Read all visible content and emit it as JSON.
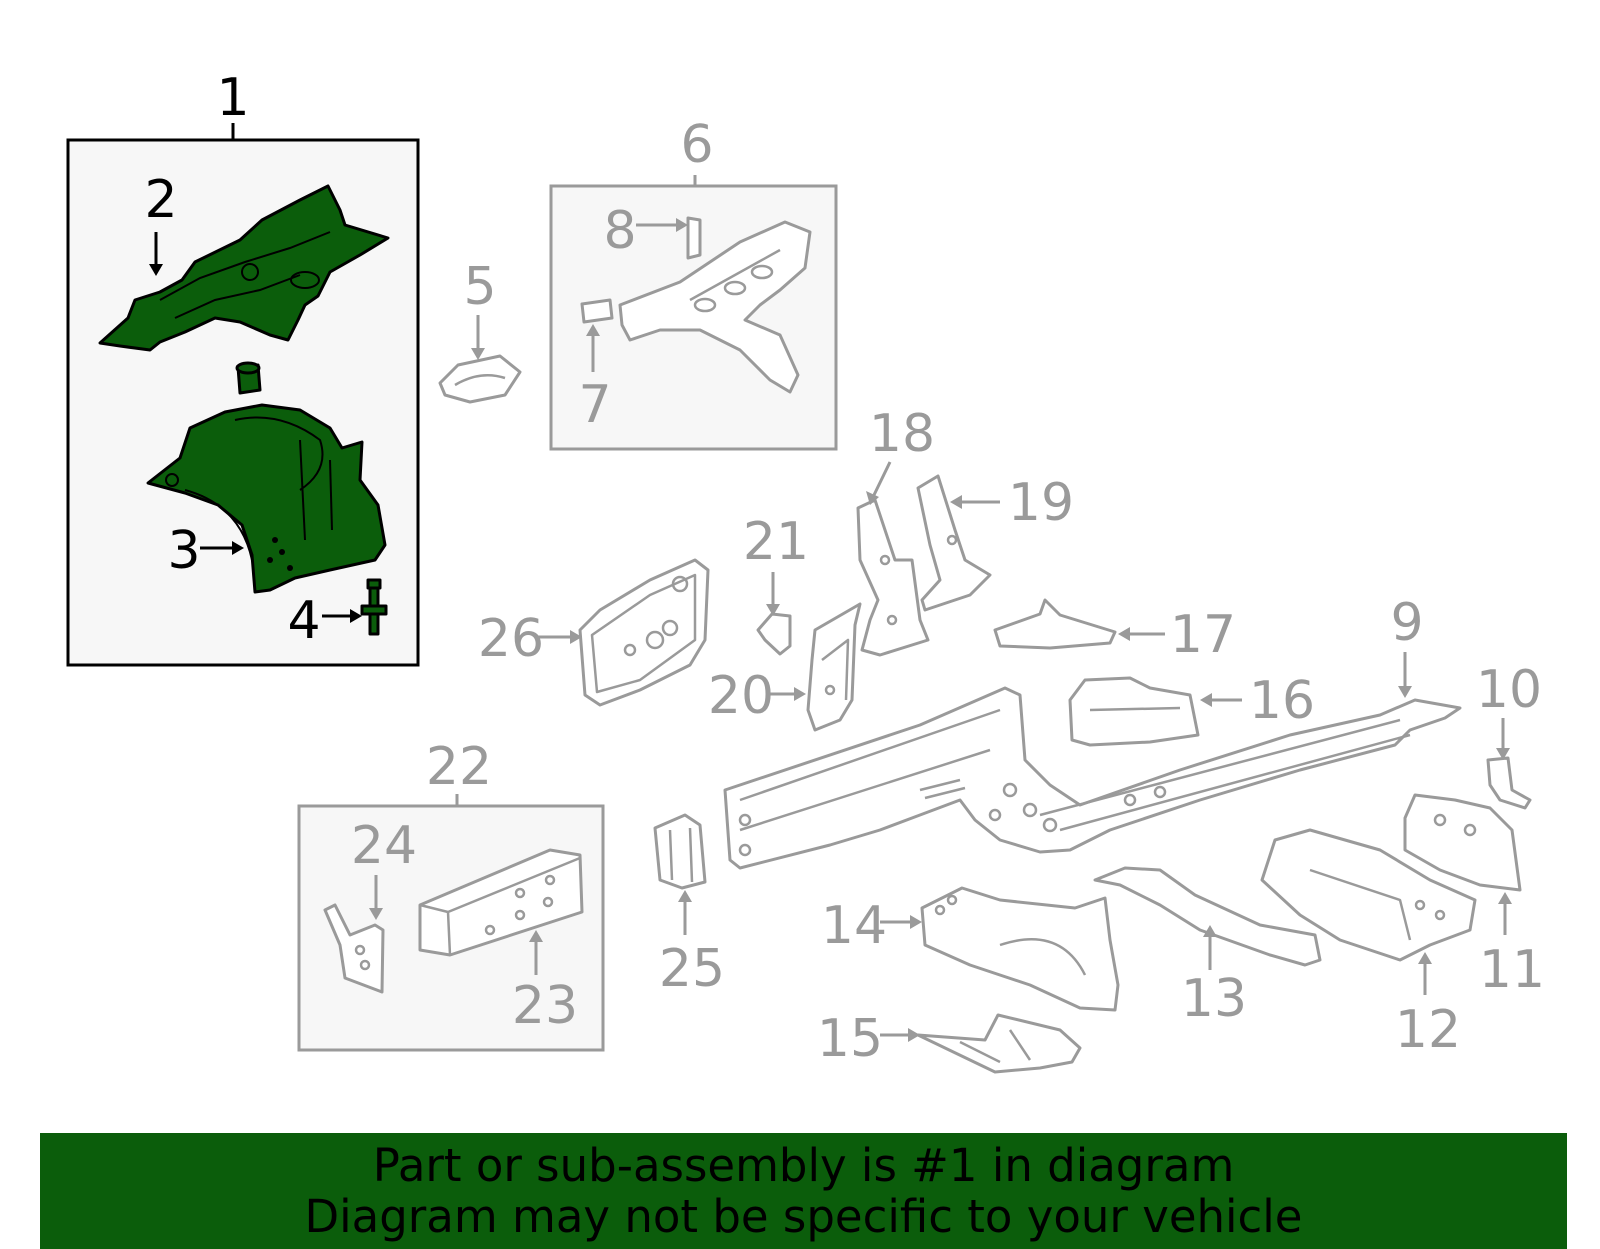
{
  "callouts": {
    "n1": "1",
    "n2": "2",
    "n3": "3",
    "n4": "4",
    "n5": "5",
    "n6": "6",
    "n7": "7",
    "n8": "8",
    "n9": "9",
    "n10": "10",
    "n11": "11",
    "n12": "12",
    "n13": "13",
    "n14": "14",
    "n15": "15",
    "n16": "16",
    "n17": "17",
    "n18": "18",
    "n19": "19",
    "n20": "20",
    "n21": "21",
    "n22": "22",
    "n23": "23",
    "n24": "24",
    "n25": "25",
    "n26": "26"
  },
  "colors": {
    "highlight": "#0b5d0b",
    "muted": "#9a9a9a",
    "outline": "#000000"
  },
  "banner": {
    "line1": "Part or sub-assembly is #1 in diagram",
    "line2": "Diagram may not be specific to your vehicle"
  }
}
